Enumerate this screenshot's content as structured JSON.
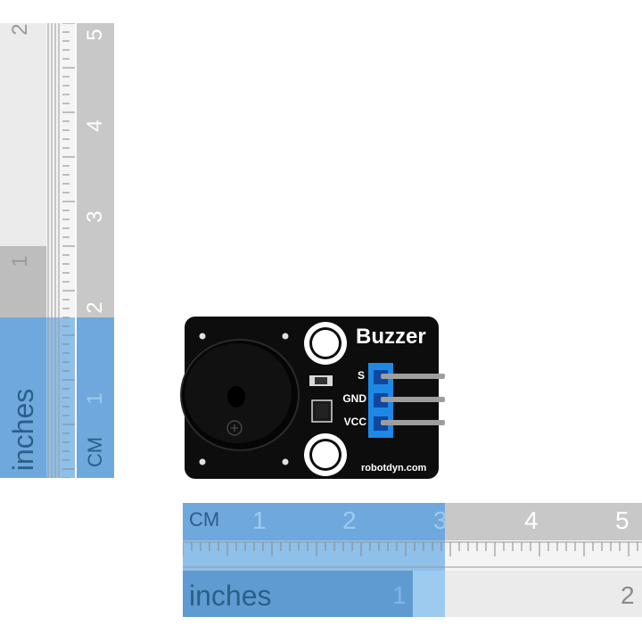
{
  "rulers": {
    "vertical": {
      "inches_label": "inches",
      "cm_label": "CM",
      "inch_numbers": [
        "1",
        "2"
      ],
      "cm_numbers": [
        "1",
        "2",
        "3",
        "4",
        "5"
      ]
    },
    "horizontal": {
      "cm_label": "CM",
      "inches_label": "inches",
      "cm_numbers": [
        "1",
        "2",
        "3",
        "4",
        "5"
      ],
      "inch_numbers": [
        "1",
        "2"
      ]
    },
    "colors": {
      "blue": "#6fa8dc",
      "gray": "#c8c8c8",
      "light_gray": "#ebebeb"
    }
  },
  "module": {
    "title": "Buzzer",
    "pin_labels": [
      "S",
      "GND",
      "VCC"
    ],
    "brand": "robotdyn.com",
    "colors": {
      "pcb": "#0d0d0d",
      "header": "#1e88e5",
      "pins": "#9e9e9e"
    }
  }
}
